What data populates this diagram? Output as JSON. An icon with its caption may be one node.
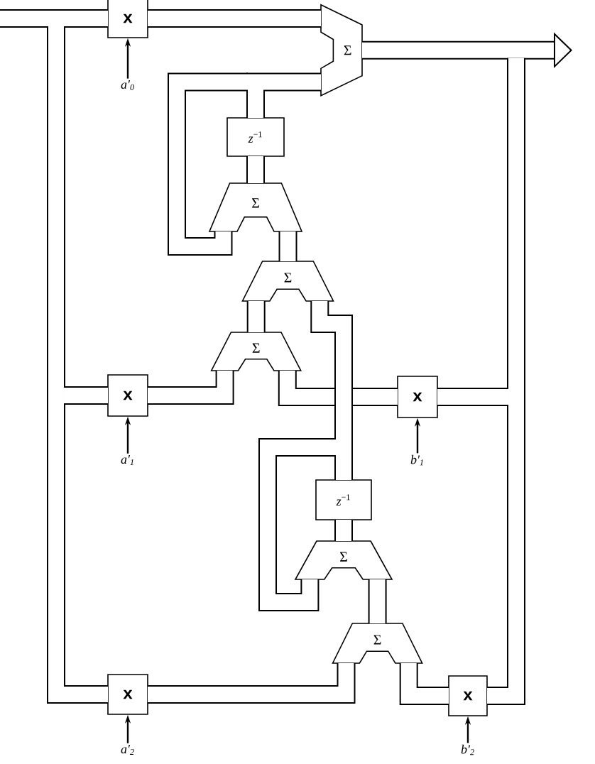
{
  "diagram": {
    "nodes": [
      {
        "text": [
          "x"
        ]
      },
      {
        "text": [
          "Σ"
        ]
      },
      {
        "text": [
          "*z*$^{−1}$"
        ]
      },
      {
        "text": [
          "Σ"
        ]
      },
      {
        "text": [
          "Σ"
        ]
      },
      {
        "text": [
          "Σ"
        ]
      },
      {
        "text": [
          "x"
        ]
      },
      {
        "text": [
          "x"
        ]
      },
      {
        "text": [
          "*z*$^{−1}$"
        ]
      },
      {
        "text": [
          "Σ"
        ]
      },
      {
        "text": [
          "Σ"
        ]
      },
      {
        "text": [
          "x"
        ]
      },
      {
        "text": [
          "x"
        ]
      },
      {
        "text": [
          "a′$_{0}$"
        ]
      },
      {
        "text": [
          "a′$_{1}$"
        ]
      },
      {
        "text": [
          "b′$_{1}$"
        ]
      },
      {
        "text": [
          "a′$_{2}$"
        ]
      },
      {
        "text": [
          "b′$_{2}$"
        ]
      }
    ],
    "edges": [
      {
        "from": null,
        "to": 0,
        "arrow": "none"
      },
      {
        "from": null,
        "to": 11,
        "arrow": "none"
      },
      {
        "from": null,
        "to": 6,
        "arrow": "none"
      },
      {
        "from": 0,
        "to": 1,
        "arrow": "none"
      },
      {
        "from": 1,
        "to": null,
        "arrow": "to"
      },
      {
        "from": 1,
        "to": 12,
        "arrow": "none"
      },
      {
        "from": 1,
        "to": 7,
        "arrow": "none"
      },
      {
        "from": 2,
        "to": 1,
        "arrow": "none"
      },
      {
        "from": 2,
        "to": 3,
        "arrow": "none"
      },
      {
        "from": 3,
        "to": 2,
        "arrow": "none"
      },
      {
        "from": 4,
        "to": 3,
        "arrow": "none"
      },
      {
        "from": 5,
        "to": 4,
        "arrow": "none"
      },
      {
        "from": 6,
        "to": 5,
        "arrow": "none"
      },
      {
        "from": 7,
        "to": 5,
        "arrow": "none"
      },
      {
        "from": 8,
        "to": 4,
        "arrow": "none"
      },
      {
        "from": 8,
        "to": 9,
        "arrow": "none"
      },
      {
        "from": 9,
        "to": 8,
        "arrow": "none"
      },
      {
        "from": 10,
        "to": 9,
        "arrow": "none"
      },
      {
        "from": 11,
        "to": 10,
        "arrow": "none"
      },
      {
        "from": 12,
        "to": 10,
        "arrow": "none"
      },
      {
        "from": 13,
        "to": 0,
        "arrow": "to"
      },
      {
        "from": 14,
        "to": 6,
        "arrow": "to"
      },
      {
        "from": 15,
        "to": 7,
        "arrow": "to"
      },
      {
        "from": 16,
        "to": 11,
        "arrow": "to"
      },
      {
        "from": 17,
        "to": 12,
        "arrow": "to"
      }
    ]
  }
}
